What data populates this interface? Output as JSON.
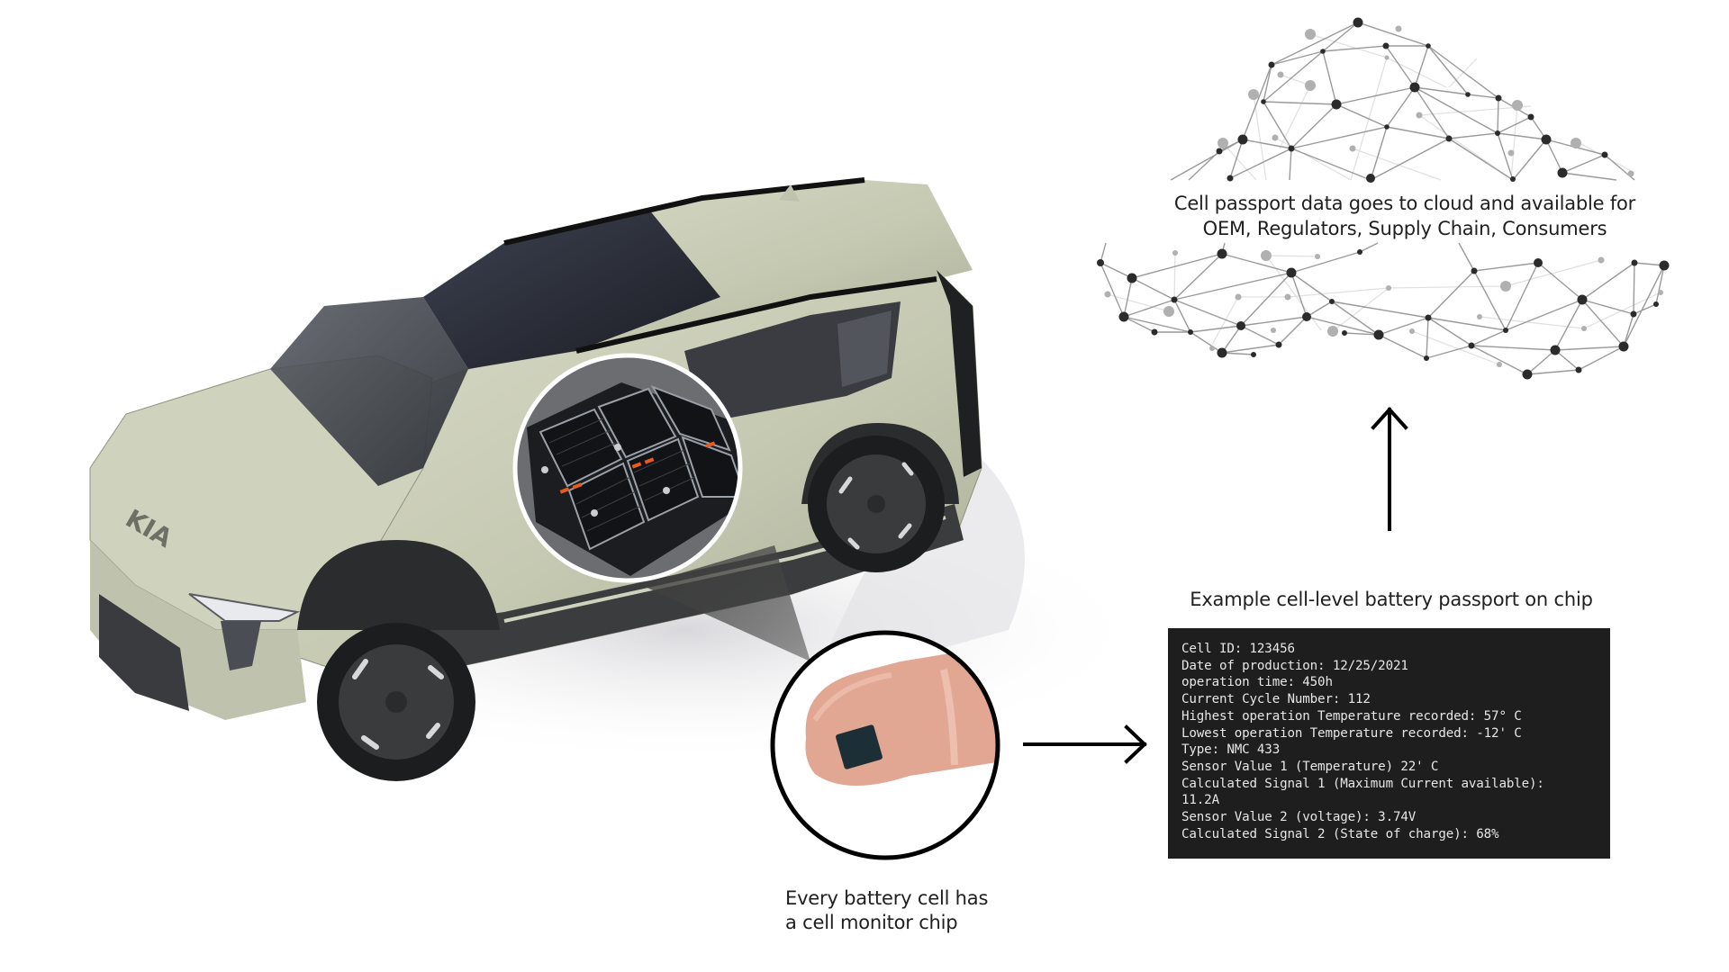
{
  "cloud": {
    "caption_line1": "Cell passport data goes to cloud and available for",
    "caption_line2": "OEM, Regulators, Supply Chain, Consumers",
    "icon": "cloud-network-mesh-icon",
    "node_color_dark": "#2b2b2b",
    "node_color_light": "#a8a8a8"
  },
  "vehicle": {
    "icon": "electric-suv-car-illustration",
    "body_color": "#c9ccb6",
    "trim_color": "#2a2b2c",
    "battery_callout_icon": "battery-pack-magnifier-icon"
  },
  "chip": {
    "icon": "cell-monitor-chip-on-fingertip-icon",
    "caption_line1": "Every battery cell has",
    "caption_line2": "a cell monitor chip"
  },
  "arrows": {
    "right": "arrow-right-icon",
    "up": "arrow-up-icon"
  },
  "passport": {
    "heading": "Example cell-level battery passport on chip",
    "background": "#1e1e1e",
    "lines": [
      "Cell ID: 123456",
      "Date of production: 12/25/2021",
      "operation time: 450h",
      "Current Cycle Number: 112",
      "Highest operation Temperature recorded: 57° C",
      "Lowest operation Temperature recorded: -12' C",
      "Type: NMC 433",
      "Sensor Value 1 (Temperature) 22' C",
      "Calculated Signal 1 (Maximum Current available):",
      "11.2A",
      "Sensor Value 2 (voltage): 3.74V",
      "Calculated Signal 2 (State of charge): 68%"
    ]
  }
}
